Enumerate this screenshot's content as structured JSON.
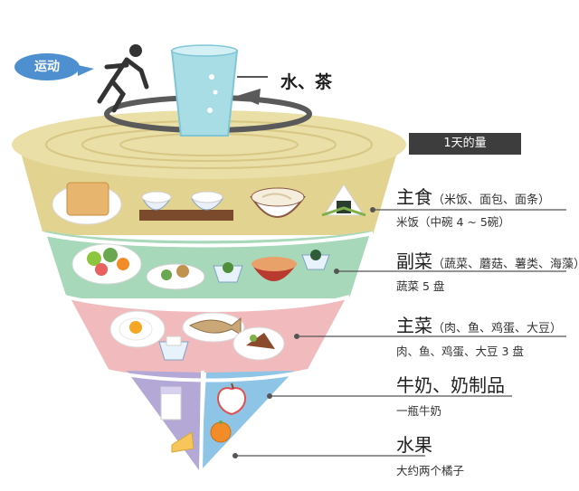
{
  "header": {
    "daily_amount_title": "1天的量"
  },
  "top": {
    "exercise_label": "运动",
    "water_label": "水、茶"
  },
  "categories": [
    {
      "title": "主食",
      "detail": "（米饭、面包、面条）",
      "amount": "米饭（中碗 4 ~ 5碗）",
      "color": "#e3d391"
    },
    {
      "title": "副菜",
      "detail": "（蔬菜、蘑菇、薯类、海藻）",
      "amount": "蔬菜 5 盘",
      "color": "#a7d8b9"
    },
    {
      "title": "主菜",
      "detail": "（肉、鱼、鸡蛋、大豆）",
      "amount": "肉、鱼、鸡蛋、大豆 3 盘",
      "color": "#f1bbbd"
    },
    {
      "title": "牛奶、奶制品",
      "detail": "",
      "amount": "一瓶牛奶",
      "color": "#b4a9d6"
    },
    {
      "title": "水果",
      "detail": "",
      "amount": "大约两个橘子",
      "color": "#8ec5e6"
    }
  ],
  "colors": {
    "top_rim": "#e9dfa7",
    "line": "#555555",
    "header_bg": "#3d3d3d",
    "exercise_bubble": "#4d8fcf",
    "water_glass": "#a9dde6"
  },
  "icons": [
    "runner-icon",
    "water-glass-icon",
    "circular-arrow-icon",
    "bread-icon",
    "rice-bowl-icon",
    "noodle-bowl-icon",
    "onigiri-icon",
    "salad-icon",
    "vegetable-plate-icon",
    "soup-bowl-icon",
    "egg-plate-icon",
    "fish-plate-icon",
    "meat-plate-icon",
    "milk-glass-icon",
    "cheese-icon",
    "apple-icon",
    "orange-icon"
  ]
}
